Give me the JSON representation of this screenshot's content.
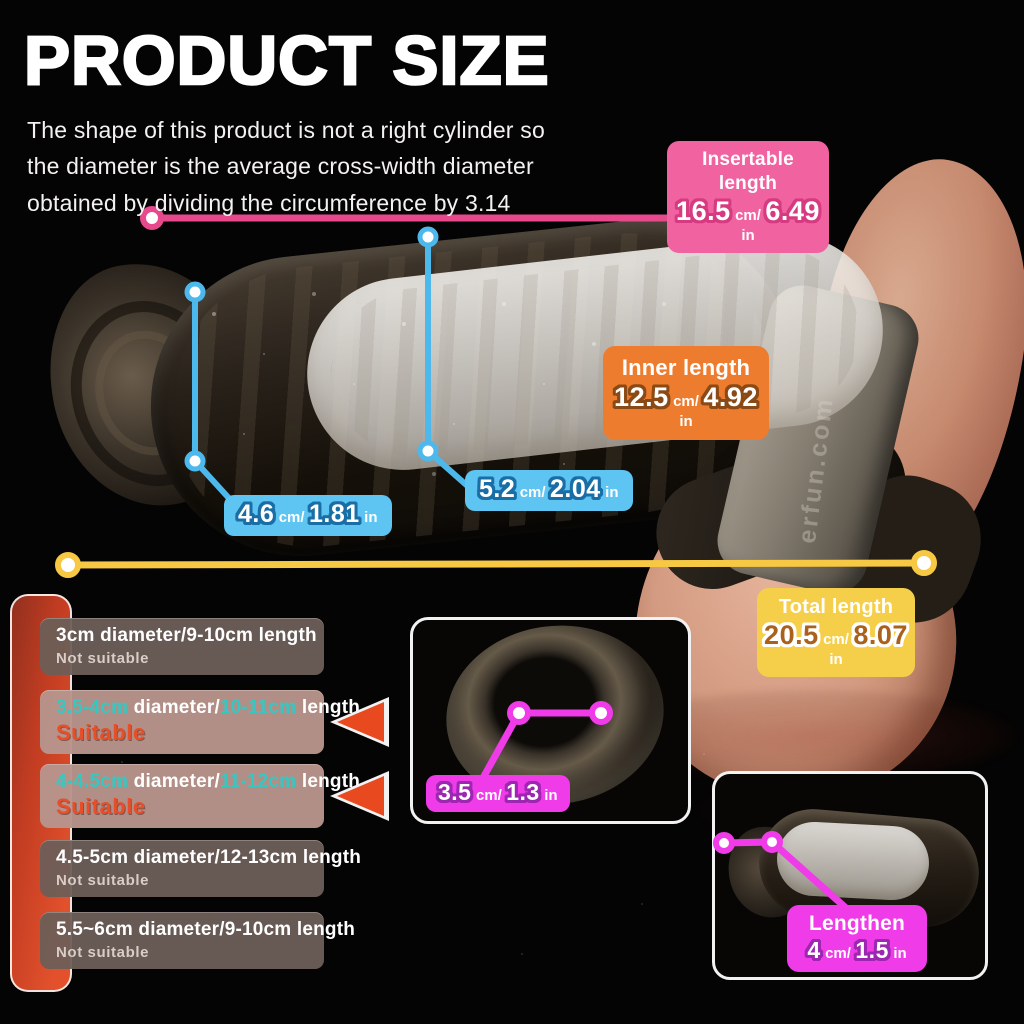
{
  "header": {
    "title": "PRODUCT SIZE",
    "description_lines": [
      "The shape of this product is not a right cylinder so",
      "the diameter is the average cross-width diameter",
      "obtained by dividing the circumference by 3.14"
    ]
  },
  "watermark": "erfun.com",
  "callouts": {
    "insertable": {
      "label": "Insertable length",
      "cm": "16.5",
      "cm_unit": "cm/",
      "inch": "6.49",
      "inch_unit": "in"
    },
    "inner": {
      "label": "Inner length",
      "cm": "12.5",
      "cm_unit": "cm/",
      "inch": "4.92",
      "inch_unit": "in"
    },
    "head_width": {
      "cm": "4.6",
      "cm_unit": "cm/",
      "inch": "1.81",
      "inch_unit": "in"
    },
    "shaft_width": {
      "cm": "5.2",
      "cm_unit": "cm/",
      "inch": "2.04",
      "inch_unit": "in"
    },
    "total": {
      "label": "Total length",
      "cm": "20.5",
      "cm_unit": "cm/",
      "inch": "8.07",
      "inch_unit": "in"
    },
    "opening": {
      "cm": "3.5",
      "cm_unit": "cm/",
      "inch": "1.3",
      "inch_unit": "in"
    },
    "lengthen": {
      "label": "Lengthen",
      "cm": "4",
      "cm_unit": "cm/",
      "inch": "1.5",
      "inch_unit": "in"
    }
  },
  "size_chart": {
    "items": [
      {
        "diameter": "3cm",
        "mid": " diameter/",
        "length": "9-10cm",
        "tail": " length",
        "status": "Not suitable"
      },
      {
        "diameter": "3.5-4cm",
        "mid": " diameter/",
        "length": "10-11cm",
        "tail": " length",
        "status": "Suitable"
      },
      {
        "diameter": "4-4.5cm",
        "mid": " diameter/",
        "length": "11-12cm",
        "tail": " length",
        "status": "Suitable"
      },
      {
        "diameter": "4.5-5cm",
        "mid": " diameter/",
        "length": "12-13cm",
        "tail": " length",
        "status": "Not suitable"
      },
      {
        "diameter": "5.5~6cm",
        "mid": " diameter/",
        "length": "9-10cm",
        "tail": " length",
        "status": "Not suitable"
      }
    ]
  },
  "colors": {
    "pink": "#f0639f",
    "orange": "#ee7c2f",
    "blue": "#5ec4f1",
    "yellow": "#f6cf4a",
    "magenta": "#ef3be8",
    "ribbon_red": "#d9472a",
    "teal": "#35c8c2",
    "suitable_text": "#e84e28"
  }
}
